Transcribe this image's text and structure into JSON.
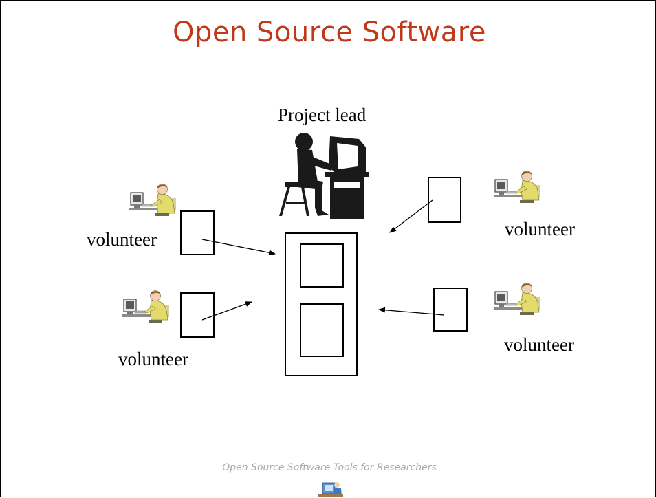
{
  "slide": {
    "title": "Open Source Software",
    "footer": "Open Source Software Tools for Researchers"
  },
  "diagram": {
    "project_lead_label": "Project lead",
    "volunteer_top_left_label": "volunteer",
    "volunteer_bottom_left_label": "volunteer",
    "volunteer_top_right_label": "volunteer",
    "volunteer_bottom_right_label": "volunteer"
  }
}
